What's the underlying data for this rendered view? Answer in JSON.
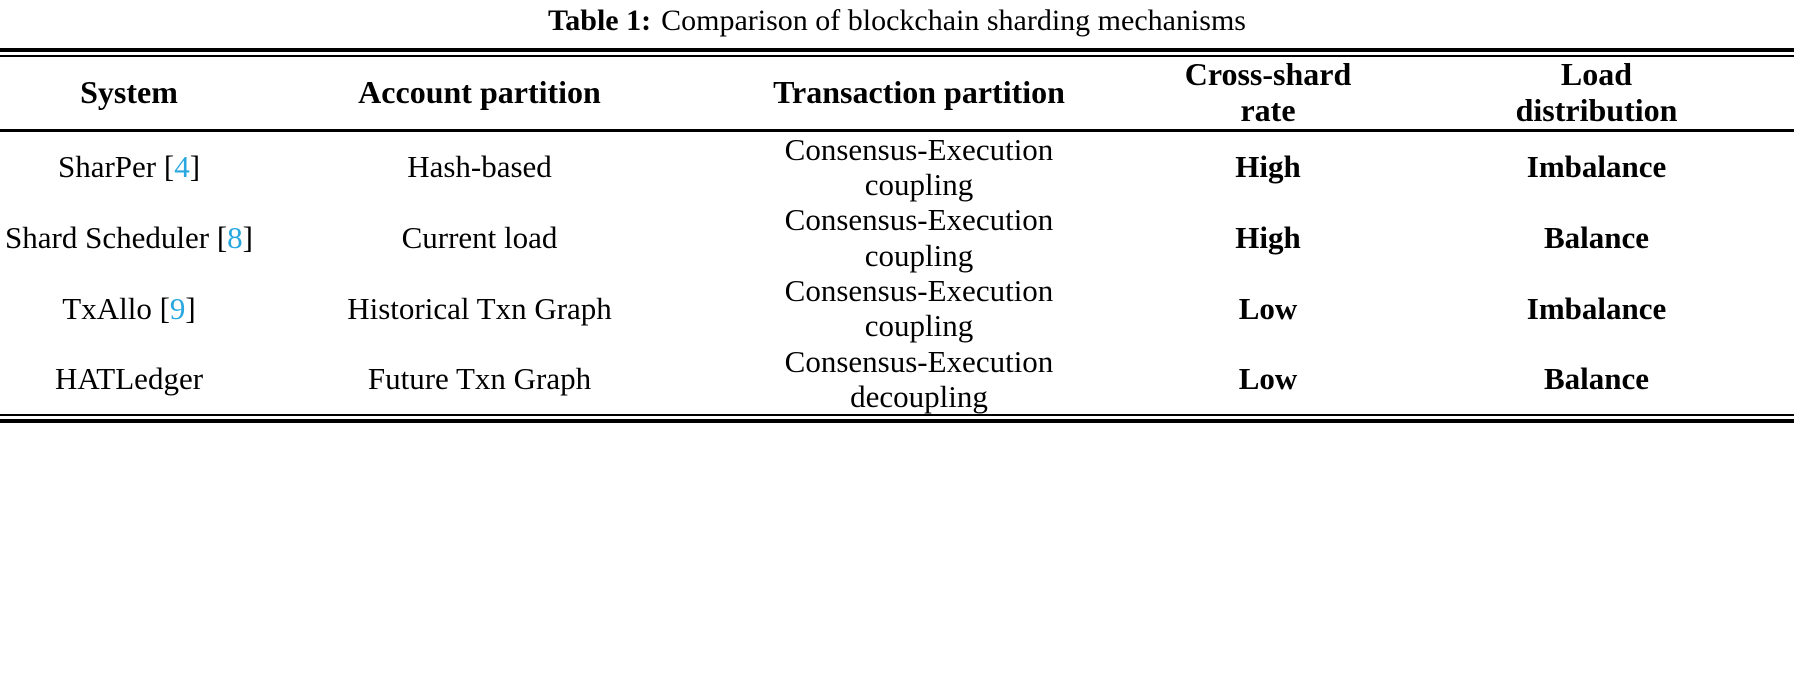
{
  "caption": {
    "label": "Table 1:",
    "text": "Comparison of blockchain sharding mechanisms"
  },
  "colors": {
    "citation": "#29a8e0",
    "text": "#000000",
    "background": "#ffffff"
  },
  "table": {
    "headers": [
      {
        "line1": "System",
        "line2": ""
      },
      {
        "line1": "Account partition",
        "line2": ""
      },
      {
        "line1": "Transaction partition",
        "line2": ""
      },
      {
        "line1": "Cross-shard",
        "line2": "rate"
      },
      {
        "line1": "Load",
        "line2": "distribution"
      }
    ],
    "rows": [
      {
        "system": {
          "name": "SharPer",
          "open": "[",
          "ref": "4",
          "close": "]"
        },
        "account_partition": "Hash-based",
        "transaction_partition": {
          "line1": "Consensus-Execution",
          "line2": "coupling"
        },
        "cross_shard_rate": "High",
        "load_distribution": "Imbalance"
      },
      {
        "system": {
          "name": "Shard Scheduler",
          "open": "[",
          "ref": "8",
          "close": "]"
        },
        "account_partition": "Current load",
        "transaction_partition": {
          "line1": "Consensus-Execution",
          "line2": "coupling"
        },
        "cross_shard_rate": "High",
        "load_distribution": "Balance"
      },
      {
        "system": {
          "name": "TxAllo",
          "open": "[",
          "ref": "9",
          "close": "]"
        },
        "account_partition": "Historical Txn Graph",
        "transaction_partition": {
          "line1": "Consensus-Execution",
          "line2": "coupling"
        },
        "cross_shard_rate": "Low",
        "load_distribution": "Imbalance"
      },
      {
        "system": {
          "name": "HATLedger",
          "open": "",
          "ref": "",
          "close": ""
        },
        "account_partition": "Future Txn Graph",
        "transaction_partition": {
          "line1": "Consensus-Execution",
          "line2": "decoupling"
        },
        "cross_shard_rate": "Low",
        "load_distribution": "Balance"
      }
    ]
  }
}
